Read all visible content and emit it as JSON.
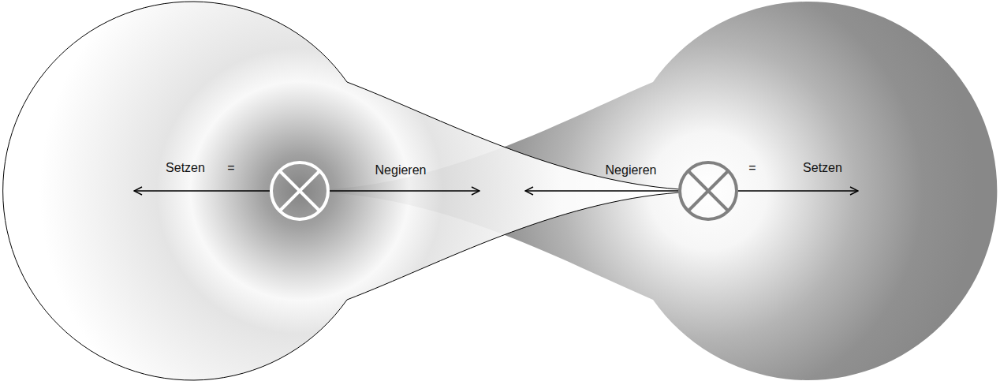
{
  "diagram": {
    "labels": [
      "Setzen",
      "=",
      "Negieren",
      "Negieren",
      "=",
      "Setzen"
    ]
  }
}
